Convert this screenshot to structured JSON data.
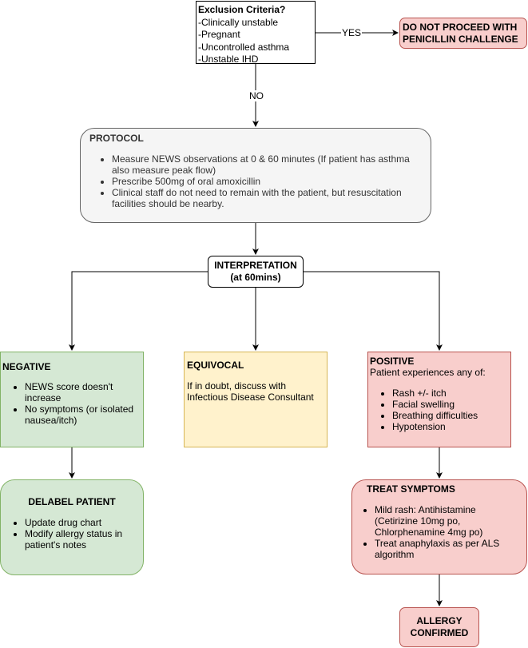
{
  "nodes": {
    "exclusion": {
      "title": "Exclusion Criteria?",
      "lines": [
        "-Clinically unstable",
        "-Pregnant",
        "-Uncontrolled asthma",
        "-Unstable IHD"
      ]
    },
    "do_not_proceed": {
      "line1": "DO NOT PROCEED WITH",
      "line2": "PENICILLIN CHALLENGE"
    },
    "protocol": {
      "title": "PROTOCOL",
      "items": [
        "Measure NEWS observations at 0 & 60 minutes (If patient has asthma also measure peak flow)",
        "Prescribe 500mg of oral amoxicillin",
        "Clinical staff do not need to remain with the patient, but resuscitation facilities should be nearby."
      ]
    },
    "interpretation": {
      "line1": "INTERPRETATION",
      "line2": "(at 60mins)"
    },
    "negative": {
      "title": "NEGATIVE",
      "items": [
        "NEWS score doesn't increase",
        "No symptoms (or isolated nausea/itch)"
      ]
    },
    "equivocal": {
      "title": "EQUIVOCAL",
      "text": "If in doubt, discuss with Infectious Disease Consultant"
    },
    "positive": {
      "title": "POSITIVE",
      "subtitle": "Patient experiences any of:",
      "items": [
        "Rash +/- itch",
        "Facial swelling",
        "Breathing difficulties",
        "Hypotension"
      ]
    },
    "delabel": {
      "title": "DELABEL PATIENT",
      "items": [
        "Update drug chart",
        "Modify allergy status in patient's notes"
      ]
    },
    "treat": {
      "title": "TREAT SYMPTOMS",
      "items": [
        "Mild rash: Antihistamine (Cetirizine 10mg po, Chlorphenamine 4mg po)",
        "Treat anaphylaxis as per ALS algorithm"
      ]
    },
    "allergy": {
      "line1": "ALLERGY",
      "line2": "CONFIRMED"
    }
  },
  "edges": {
    "yes_label": "YES",
    "no_label": "NO"
  },
  "colors": {
    "green_fill": "#d5e8d4",
    "green_stroke": "#82b366",
    "yellow_fill": "#fff2cc",
    "yellow_stroke": "#d6b656",
    "red_fill": "#f8cecc",
    "red_stroke": "#b85450",
    "grey_fill": "#f5f5f5",
    "grey_stroke": "#666666"
  }
}
